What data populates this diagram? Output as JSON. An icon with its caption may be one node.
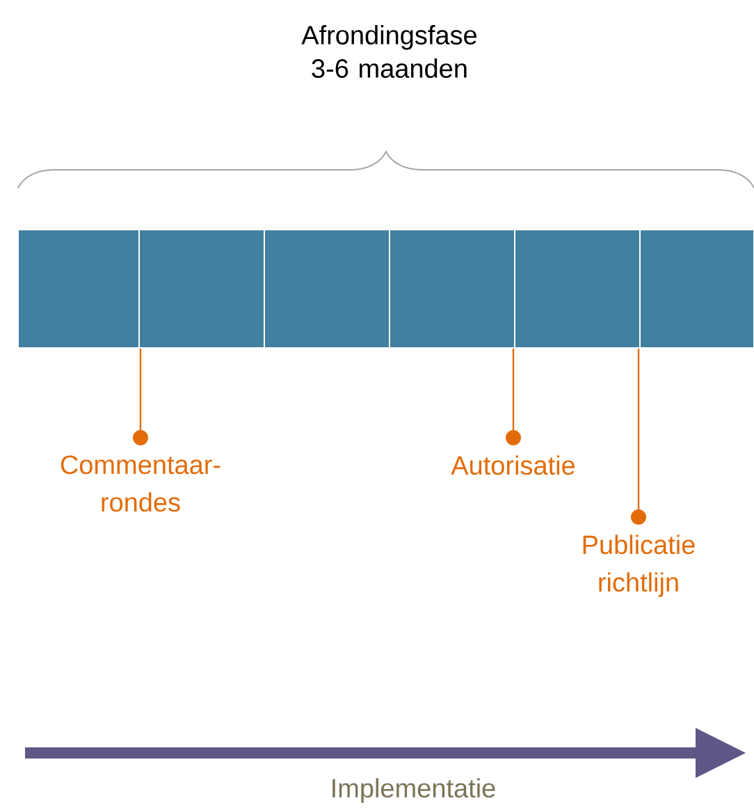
{
  "diagram": {
    "nodes": [
      {
        "text": [],
        "shape": "box"
      },
      {
        "text": [],
        "shape": "box"
      },
      {
        "text": [],
        "shape": "box"
      },
      {
        "text": [],
        "shape": "box"
      },
      {
        "text": [],
        "shape": "box"
      },
      {
        "text": [],
        "shape": "box"
      },
      {
        "text": [
          "Commentaar- rondes"
        ]
      },
      {
        "text": [
          "Autorisatie"
        ]
      },
      {
        "text": [
          "Publicatie richtlijn"
        ]
      }
    ],
    "edges": [
      {
        "from": 6,
        "to": 0,
        "arrow": "other"
      },
      {
        "from": 7,
        "to": 3,
        "arrow": "other"
      },
      {
        "from": 8,
        "to": 5,
        "arrow": "other"
      }
    ],
    "labels": [
      "Afrondingsfase 3-6 maanden",
      "Implementatie"
    ]
  }
}
